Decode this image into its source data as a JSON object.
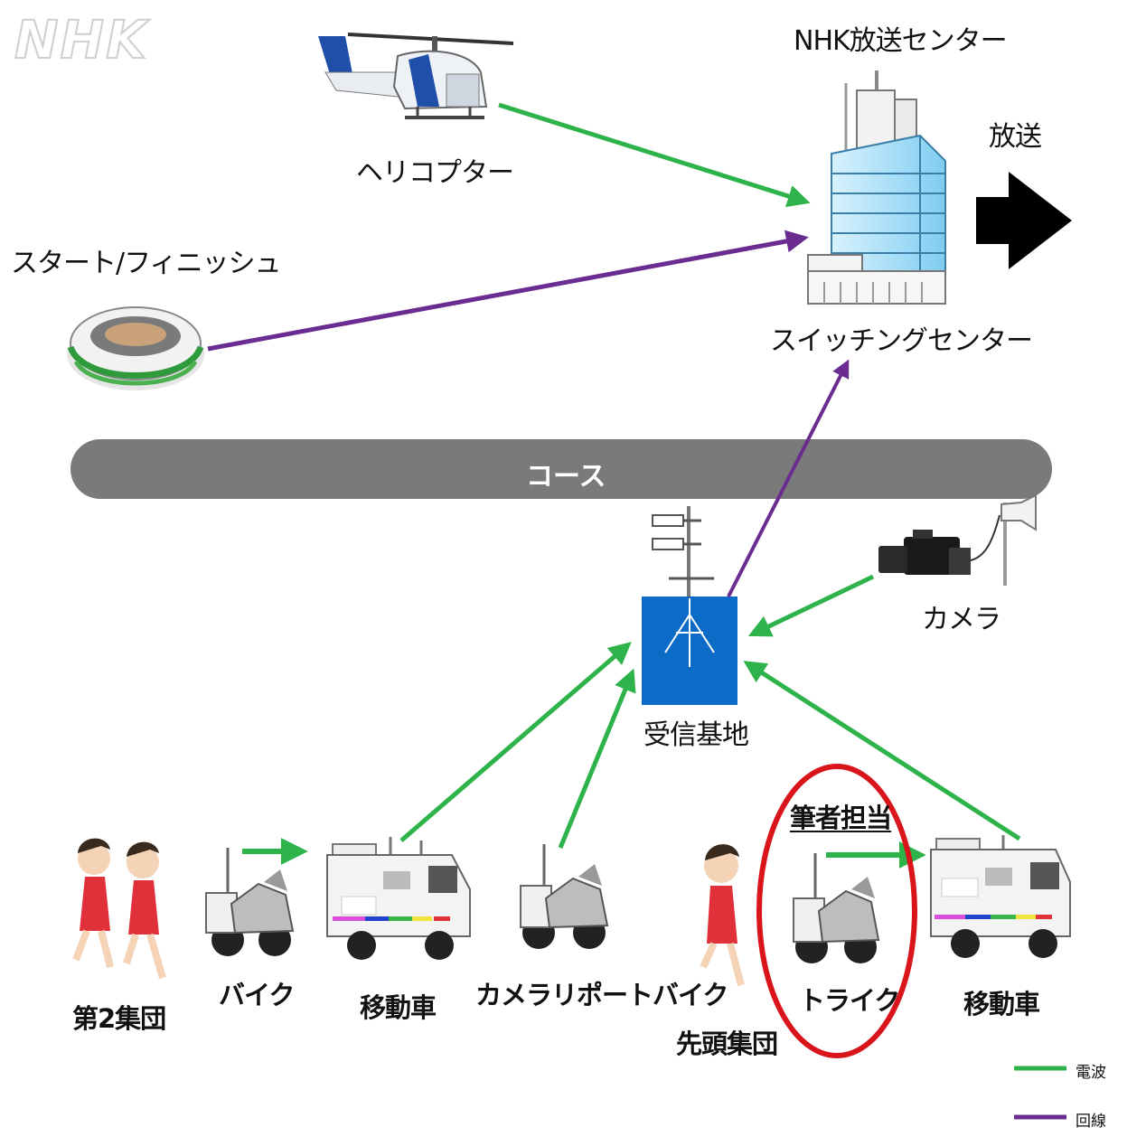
{
  "logo": "NHK",
  "labels": {
    "nhk_center": "NHK放送センター",
    "broadcast": "放送",
    "helicopter": "ヘリコプター",
    "start_finish": "スタート/フィニッシュ",
    "switching_center": "スイッチングセンター",
    "course": "コース",
    "camera": "カメラ",
    "receiving_base": "受信基地",
    "second_group": "第2集団",
    "bike": "バイク",
    "mobile_car_1": "移動車",
    "camera_report_bike": "カメラリポートバイク",
    "lead_group": "先頭集団",
    "author_in_charge": "筆者担当",
    "trike": "トライク",
    "mobile_car_2": "移動車"
  },
  "legend": [
    {
      "label": "電波",
      "color": "#2db34a"
    },
    {
      "label": "回線",
      "color": "#6a2c91"
    }
  ],
  "colors": {
    "radio_wave": "#2db34a",
    "line": "#6a2c91",
    "course_bar": "#7a7a7a",
    "base_station": "#0b6bc6",
    "highlight_circle": "#d9141b"
  },
  "icons": [
    "helicopter-icon",
    "building-icon",
    "broadcast-arrow-icon",
    "stadium-icon",
    "antenna-icon",
    "tv-camera-icon",
    "runner-icon",
    "motorbike-icon",
    "van-icon"
  ]
}
